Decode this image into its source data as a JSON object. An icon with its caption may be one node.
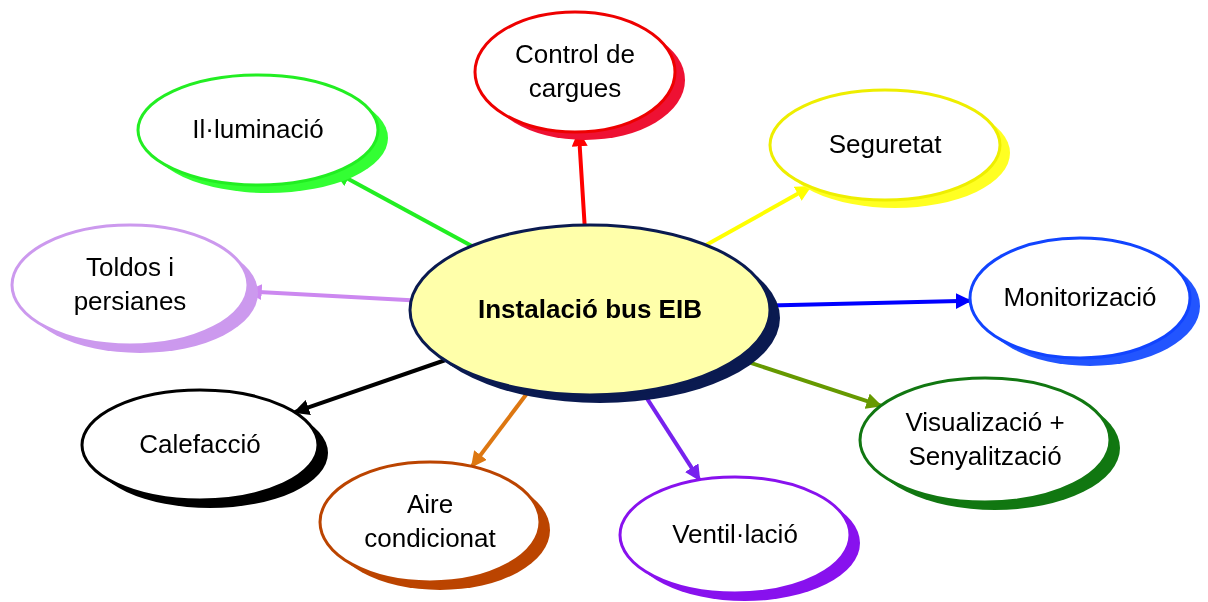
{
  "diagram": {
    "nodes": [
      {
        "text": [
          "Instalació bus EIB"
        ]
      },
      {
        "text": [
          "Control de cargues"
        ]
      },
      {
        "text": [
          "Il·luminació"
        ]
      },
      {
        "text": [
          "Seguretat"
        ]
      },
      {
        "text": [
          "Toldos i persianes"
        ]
      },
      {
        "text": [
          "Monitorizació"
        ]
      },
      {
        "text": [
          "Calefacció"
        ]
      },
      {
        "text": [
          "Visualizació + Senyalització"
        ]
      },
      {
        "text": [
          "Aire condicionat"
        ]
      },
      {
        "text": [
          "Ventil·lació"
        ]
      }
    ],
    "edges": [
      {
        "from": 0,
        "to": 1,
        "arrow": "to",
        "color": "#ff0000"
      },
      {
        "from": 0,
        "to": 2,
        "arrow": "to",
        "color": "#22ee22"
      },
      {
        "from": 0,
        "to": 3,
        "arrow": "to",
        "color": "#ffff00"
      },
      {
        "from": 0,
        "to": 4,
        "arrow": "to",
        "color": "#cc88f0"
      },
      {
        "from": 0,
        "to": 5,
        "arrow": "to",
        "color": "#0000ff"
      },
      {
        "from": 0,
        "to": 6,
        "arrow": "to",
        "color": "#000000"
      },
      {
        "from": 0,
        "to": 7,
        "arrow": "to",
        "color": "#669900"
      },
      {
        "from": 0,
        "to": 8,
        "arrow": "to",
        "color": "#dd7711"
      },
      {
        "from": 0,
        "to": 9,
        "arrow": "to",
        "color": "#7722ee"
      }
    ]
  }
}
